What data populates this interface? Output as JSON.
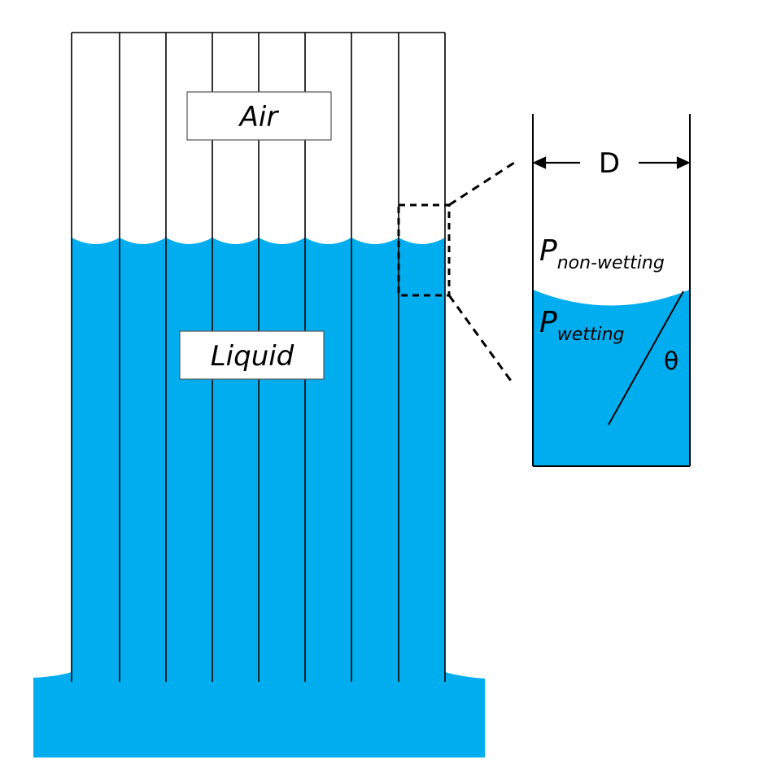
{
  "diagram": {
    "region_labels": {
      "air": "Air",
      "liquid": "Liquid"
    },
    "zoom": {
      "width_label": "D",
      "pressure_non_wetting": {
        "symbol": "P",
        "subscript": "non-wetting"
      },
      "pressure_wetting": {
        "symbol": "P",
        "subscript": "wetting"
      },
      "angle_label": "θ"
    },
    "tube_count": 8,
    "colors": {
      "liquid": "#00AEEF",
      "lines": "#000000",
      "background": "#FFFFFF"
    }
  }
}
